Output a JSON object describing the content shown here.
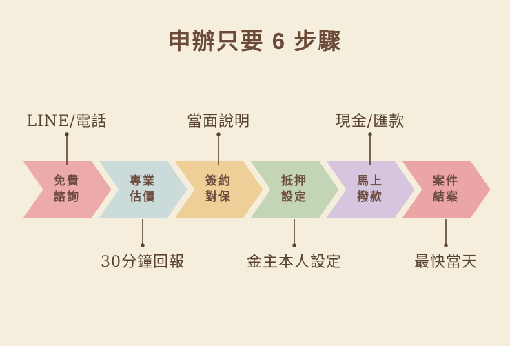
{
  "title": "申辦只要 6 步驟",
  "colors": {
    "background": "#f5eedd",
    "outline": "#f5eedd",
    "title_text": "#6b4a38",
    "label_text": "#6d4c40",
    "annotation_text": "#5a4332",
    "connector": "#5a4332"
  },
  "steps": [
    {
      "line1": "免費",
      "line2": "諮詢",
      "color": "#ecaaaa"
    },
    {
      "line1": "專業",
      "line2": "估價",
      "color": "#cbdbd9"
    },
    {
      "line1": "簽約",
      "line2": "對保",
      "color": "#edcf97"
    },
    {
      "line1": "抵押",
      "line2": "設定",
      "color": "#c4d5b5"
    },
    {
      "line1": "馬上",
      "line2": "撥款",
      "color": "#d6c5de"
    },
    {
      "line1": "案件",
      "line2": "結案",
      "color": "#eba5a5"
    }
  ],
  "annotations_top": [
    {
      "text": "LINE/電話",
      "step": 0
    },
    {
      "text": "當面說明",
      "step": 2
    },
    {
      "text": "現金/匯款",
      "step": 4
    }
  ],
  "annotations_bottom": [
    {
      "text": "30分鐘回報",
      "step": 1
    },
    {
      "text": "金主本人設定",
      "step": 3
    },
    {
      "text": "最快當天",
      "step": 5
    }
  ]
}
